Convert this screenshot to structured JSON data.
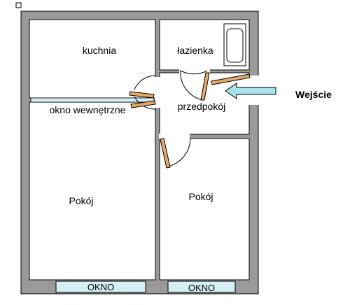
{
  "rooms": {
    "kitchen": "kuchnia",
    "bathroom": "łazienka",
    "hallway": "przedpokój",
    "room_left": "Pokój",
    "room_right": "Pokój"
  },
  "internal_window": "okno wewnętrzne",
  "windows": {
    "left": "OKNO",
    "right": "OKNO"
  },
  "entrance": "Wejście",
  "colors": {
    "wall": "#9a9a9a",
    "floor": "#ffffff",
    "door_leaf": "#e8a868",
    "window": "#d4f0f4",
    "arrow": "#a8e2ea",
    "line": "#000000"
  }
}
